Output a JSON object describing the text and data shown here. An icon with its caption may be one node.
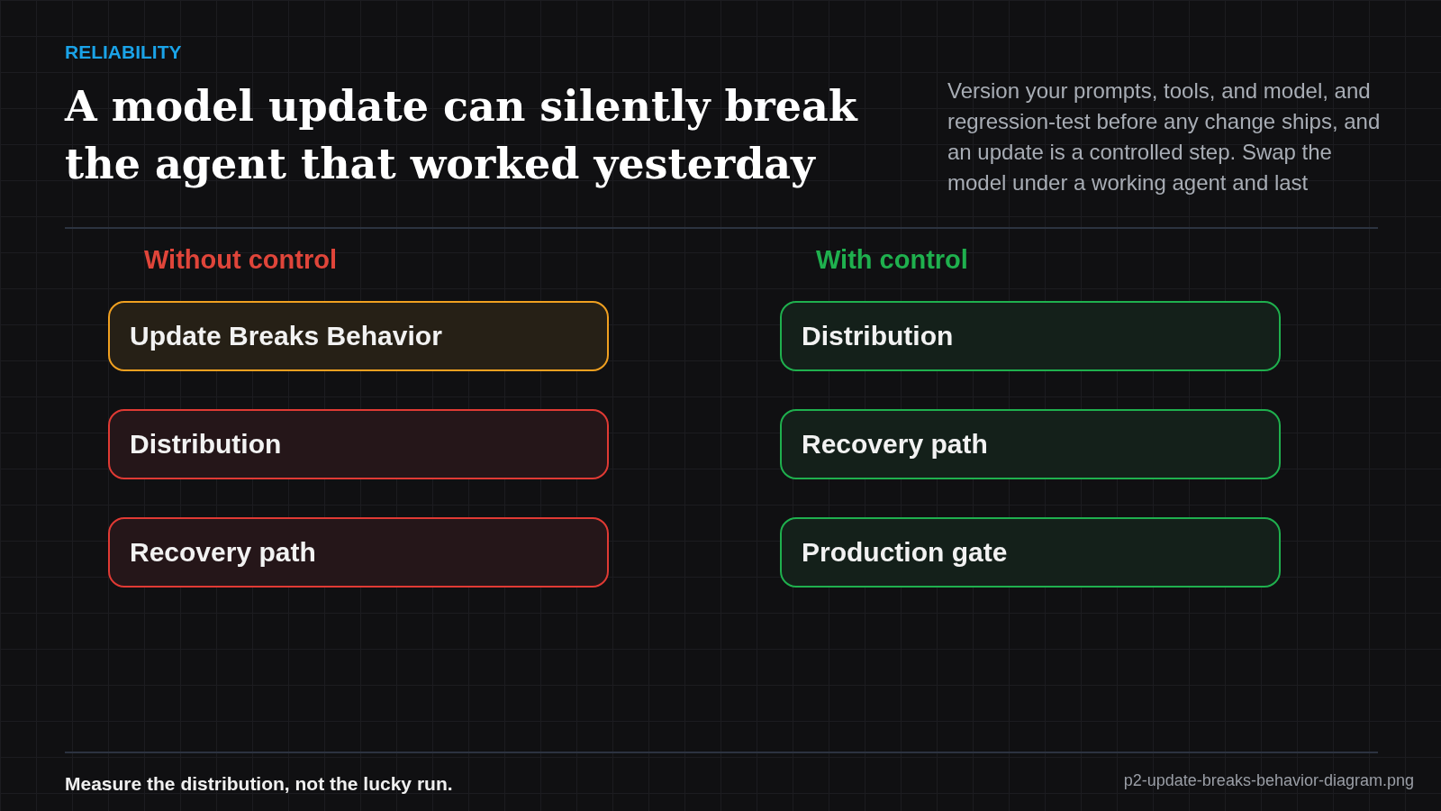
{
  "diagram": {
    "title": "A model update can silently break the agent that worked yesterday",
    "nodes": [
      {
        "text": [
          "Update Breaks Behavior"
        ]
      },
      {
        "text": [
          "Distribution"
        ]
      },
      {
        "text": [
          "Recovery path"
        ]
      },
      {
        "text": [
          "Distribution"
        ]
      },
      {
        "text": [
          "Recovery path"
        ]
      },
      {
        "text": [
          "Production gate"
        ]
      }
    ],
    "labels": [
      "RELIABILITY",
      "Version your prompts, tools, and model, and regression-test before any change ships, and an update is a controlled step. Swap the model under a working agent and last",
      "Without control",
      "With control",
      "Measure the distribution, not the lucky run.",
      "p2-update-breaks-behavior-diagram.png"
    ]
  }
}
